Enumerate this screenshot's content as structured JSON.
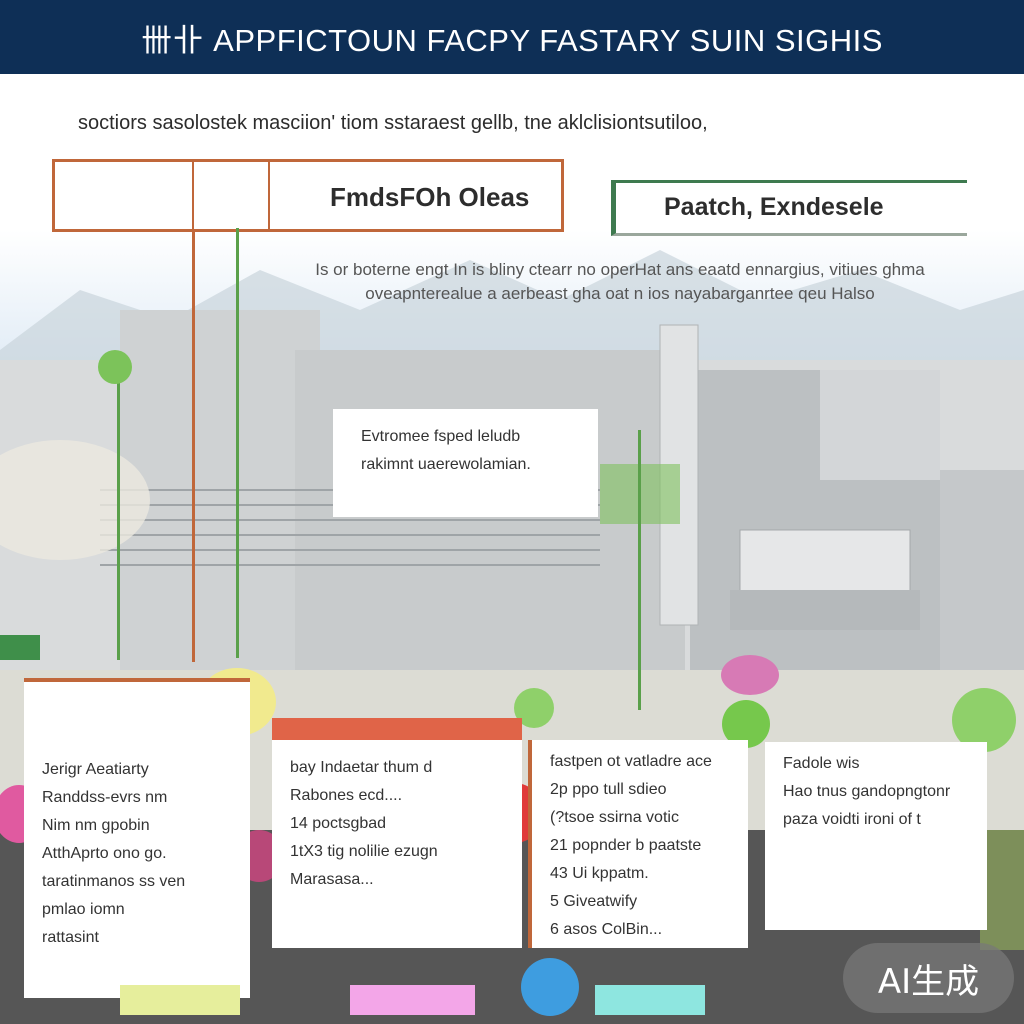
{
  "header": {
    "title": "卌卝 APPFICTOUN FACPY FASTARY SUIN SIGHIS"
  },
  "subtitle": "soctiors sasolostek masciion' tiom sstaraest gellb, tne aklclisiontsutiloo,",
  "box_left": {
    "label": "FmdsFOh Oleas"
  },
  "box_right": {
    "label": "Paatch, Exndesele"
  },
  "description": [
    "Is or boterne engt In is bliny ctearr no operHat ans eaatd ennargius, vitiues ghma",
    "oveapnterealue a aerbeast gha oat n ios nayabarganrtee qeu Halso"
  ],
  "callout": [
    "Evtromee fsped leludb",
    "rakimnt uaerewolamian."
  ],
  "cards": [
    {
      "lines": [
        "Jerigr Aeatiarty",
        "Randdss-evrs nm",
        "Nim nm gpobin",
        "AtthAprto ono go.",
        "taratinmanos ss ven",
        "pmlao iomn",
        "rattasint"
      ]
    },
    {
      "lines": [
        "bay Indaetar thum d",
        "Rabones ecd....",
        "",
        "14 poctsgbad",
        "1tX3 tig nolilie ezugn",
        "",
        "Marasasa..."
      ]
    },
    {
      "lines": [
        "fastpen ot vatladre ace",
        "2p ppo tull sdieo",
        "(?tsoe ssirna votic",
        "21 popnder b paatste",
        "43 Ui kppatm.",
        "5 Giveatwify",
        "6 asos ColBin..."
      ]
    },
    {
      "lines": [
        "Fadole wis",
        "",
        "Hao tnus gandopngtonr",
        "paza voidti ironi of t"
      ]
    }
  ],
  "watermark": "AI生成",
  "colors": {
    "header": "#0e2f56",
    "orange": "#c0673a",
    "green": "#3e7a4f"
  }
}
